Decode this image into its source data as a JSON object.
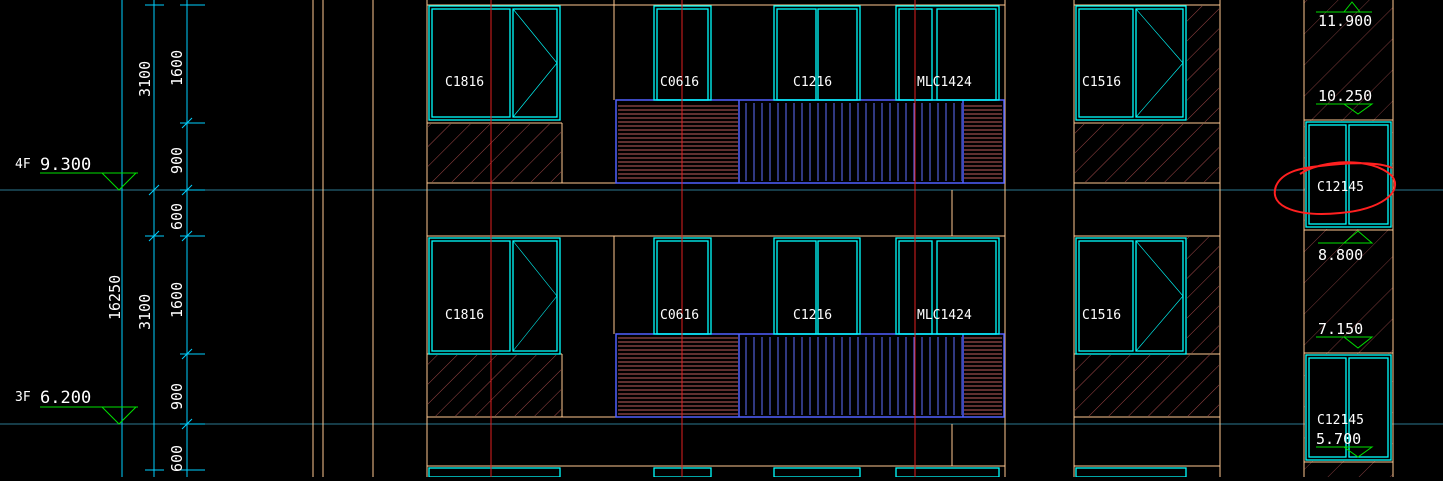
{
  "colors": {
    "background": "#000000",
    "dimension": "#00ffff",
    "wall": "#ffc890",
    "window": "#00ffff",
    "axis_red": "#e02020",
    "level_green": "#00e000",
    "railing": "#5060ff",
    "hatch": "#c05050",
    "markup_circle": "#ff2020",
    "text": "#ffffff"
  },
  "dimensions": {
    "total_height": "16250",
    "floor_height_upper": "3100",
    "floor_height_lower": "3100",
    "segments_upper": [
      "1600",
      "900",
      "600"
    ],
    "segments_lower": [
      "1600",
      "900",
      "600"
    ]
  },
  "floor_levels": [
    {
      "floor": "4F",
      "elevation": "9.300"
    },
    {
      "floor": "3F",
      "elevation": "6.200"
    }
  ],
  "windows_upper": [
    "C1816",
    "C0616",
    "C1216",
    "MLC1424",
    "C1516"
  ],
  "windows_lower": [
    "C1816",
    "C0616",
    "C1216",
    "MLC1424",
    "C1516"
  ],
  "side_section": {
    "elevations": [
      "11.900",
      "10.250",
      "8.800",
      "7.150",
      "5.700"
    ],
    "windows": [
      "C12145",
      "C12145"
    ],
    "highlighted_window": "C12145"
  }
}
